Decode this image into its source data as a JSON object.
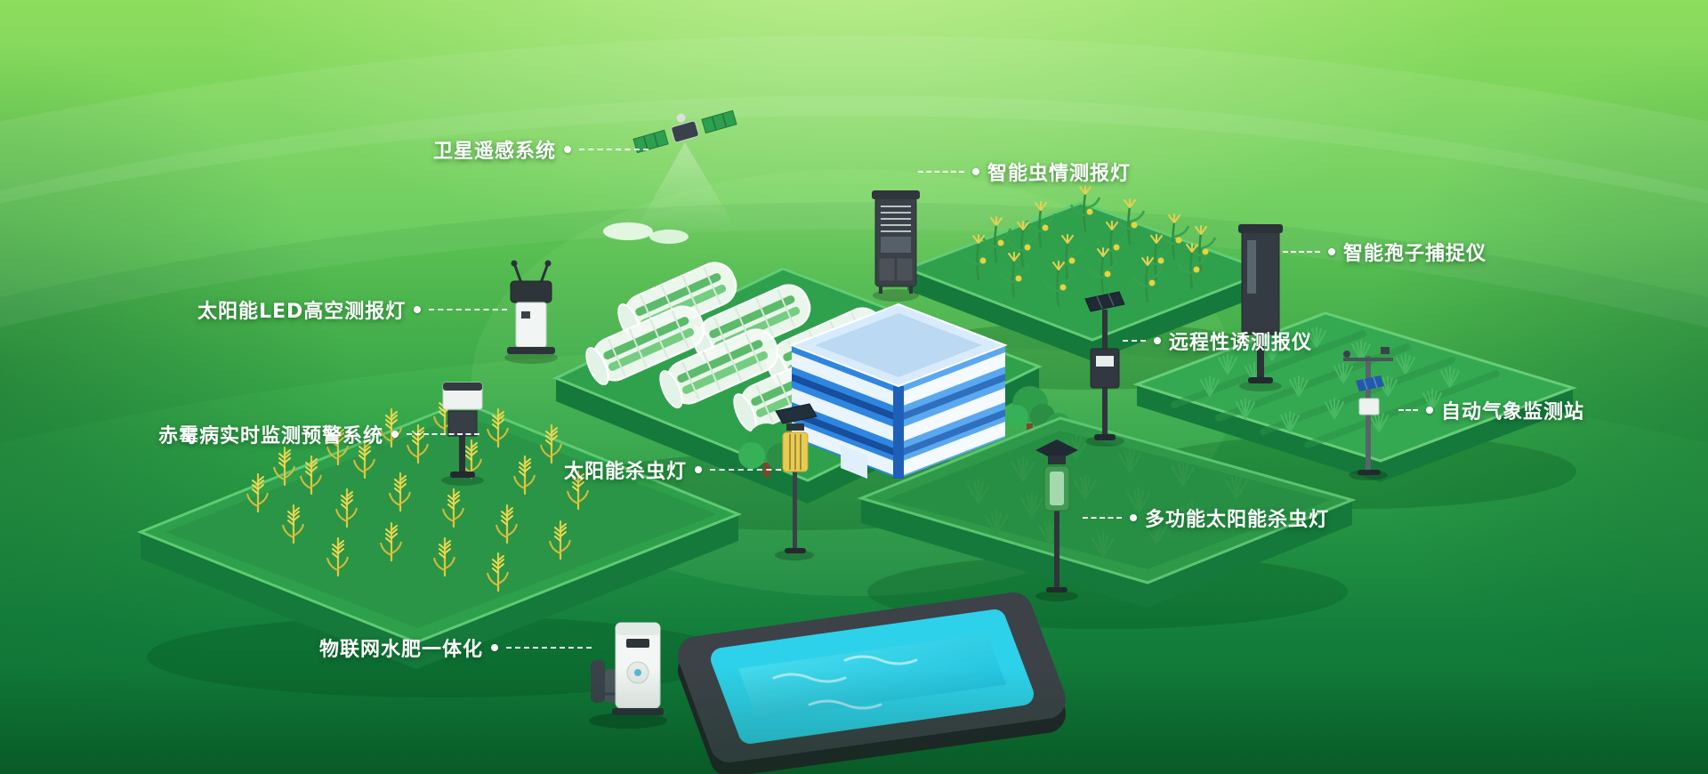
{
  "callouts": [
    {
      "device": "satellite-remote-sensing",
      "label": "卫星遥感系统",
      "side": "left"
    },
    {
      "device": "insect-monitoring-lamp",
      "label": "智能虫情测报灯",
      "side": "right"
    },
    {
      "device": "spore-catcher",
      "label": "智能孢子捕捉仪",
      "side": "right"
    },
    {
      "device": "solar-led-high-altitude-lamp",
      "label": "太阳能LED高空测报灯",
      "side": "left"
    },
    {
      "device": "remote-pheromone-monitor",
      "label": "远程性诱测报仪",
      "side": "right"
    },
    {
      "device": "scab-realtime-warning-system",
      "label": "赤霉病实时监测预警系统",
      "side": "left"
    },
    {
      "device": "auto-weather-station",
      "label": "自动气象监测站",
      "side": "right"
    },
    {
      "device": "solar-insecticidal-lamp",
      "label": "太阳能杀虫灯",
      "side": "left"
    },
    {
      "device": "multifunction-solar-insecticidal-lamp",
      "label": "多功能太阳能杀虫灯",
      "side": "right"
    },
    {
      "device": "iot-water-fertilizer-integration",
      "label": "物联网水肥一体化",
      "side": "left"
    }
  ],
  "icons": {
    "callout_bullet": "•"
  },
  "colors": {
    "background_top": "#8EDD5F",
    "background_bottom": "#0B6C2F",
    "field_green": "#2FA14C",
    "field_edge": "#63CC74",
    "water_cyan": "#2ED1EA",
    "building_blue": "#2F86E0",
    "device_dark": "#3A4147",
    "wheat_yellow": "#E3C83E",
    "label_text": "#FFFFFF"
  }
}
